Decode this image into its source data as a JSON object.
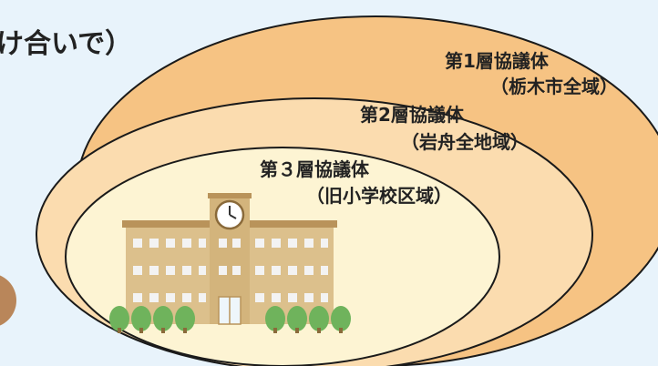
{
  "header_fragment": "け合いで）",
  "layers": [
    {
      "title": "第1層協議体",
      "area": "（栃木市全域）",
      "color": "#f6c383"
    },
    {
      "title": "第2層協議体",
      "area": "（岩舟全地域）",
      "color": "#fbdcaf"
    },
    {
      "title": "第３層協議体",
      "area": "（旧小学校区域）",
      "color": "#fdf4d3"
    }
  ],
  "icons": [
    "school-building-icon",
    "clock-icon",
    "tree-icon"
  ],
  "colors": {
    "background": "#e8f3fb",
    "outline": "#1a1a1a",
    "building": "#dcc08c",
    "building_dark": "#b9935a",
    "tree": "#6fb35c"
  }
}
